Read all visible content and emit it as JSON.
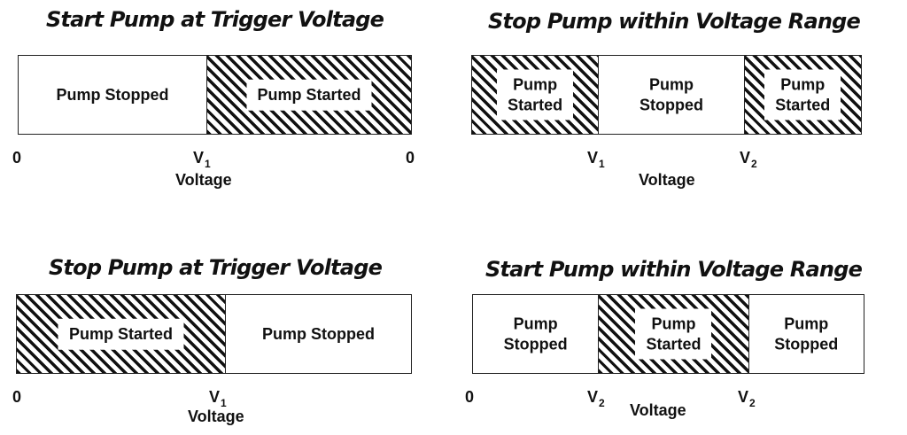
{
  "panels": [
    {
      "title": "Start Pump at Trigger Voltage",
      "segments": [
        {
          "state": "stopped",
          "label": "Pump Stopped"
        },
        {
          "state": "started",
          "label": "Pump Started"
        }
      ],
      "ticks": [
        {
          "main": "0",
          "sub": ""
        },
        {
          "main": "V",
          "sub": "1"
        },
        {
          "main": "0",
          "sub": ""
        }
      ],
      "axis_label": "Voltage"
    },
    {
      "title": "Stop Pump within Voltage Range",
      "segments": [
        {
          "state": "started",
          "label": "Pump\nStarted"
        },
        {
          "state": "stopped",
          "label": "Pump\nStopped"
        },
        {
          "state": "started",
          "label": "Pump\nStarted"
        }
      ],
      "ticks": [
        {
          "main": "V",
          "sub": "1"
        },
        {
          "main": "V",
          "sub": "2"
        }
      ],
      "axis_label": "Voltage"
    },
    {
      "title": "Stop Pump at Trigger Voltage",
      "segments": [
        {
          "state": "started",
          "label": "Pump Started"
        },
        {
          "state": "stopped",
          "label": "Pump Stopped"
        }
      ],
      "ticks": [
        {
          "main": "0",
          "sub": ""
        },
        {
          "main": "V",
          "sub": "1"
        }
      ],
      "axis_label": "Voltage"
    },
    {
      "title": "Start Pump within Voltage Range",
      "segments": [
        {
          "state": "stopped",
          "label": "Pump\nStopped"
        },
        {
          "state": "started",
          "label": "Pump\nStarted"
        },
        {
          "state": "stopped",
          "label": "Pump\nStopped"
        }
      ],
      "ticks": [
        {
          "main": "0",
          "sub": ""
        },
        {
          "main": "V",
          "sub": "2"
        },
        {
          "main": "V",
          "sub": "2"
        }
      ],
      "axis_label": "Voltage"
    }
  ]
}
